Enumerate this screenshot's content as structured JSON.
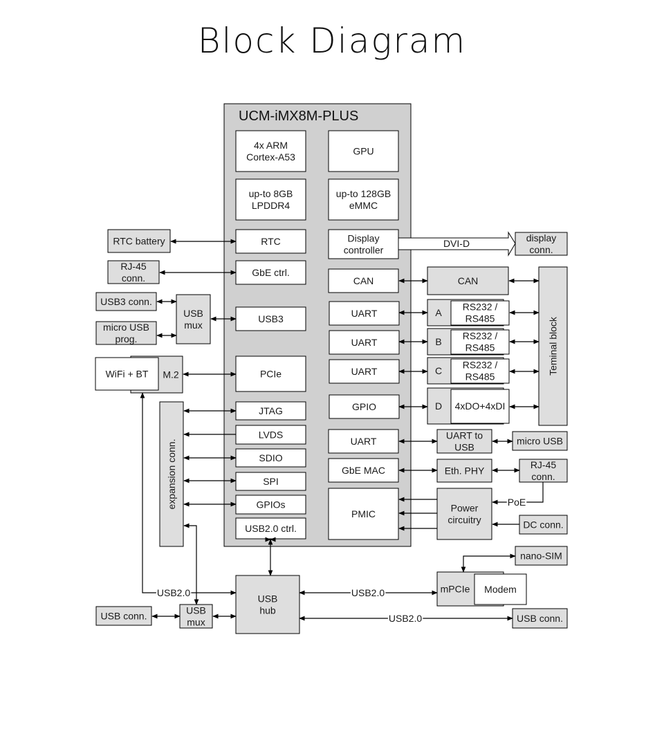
{
  "title": "Block Diagram",
  "colors": {
    "module_bg": "#d0d0d0",
    "external_bg": "#dedede",
    "inner_bg": "#ffffff",
    "stroke": "#000000"
  },
  "module": {
    "name": "UCM-iMX8M-PLUS",
    "left_blocks": {
      "cpu": [
        "4x ARM",
        "Cortex-A53"
      ],
      "ram": [
        "up-to 8GB",
        "LPDDR4"
      ],
      "rtc": [
        "RTC"
      ],
      "gbe_ctrl": [
        "GbE ctrl."
      ],
      "usb3": [
        "USB3"
      ],
      "pcie": [
        "PCIe"
      ],
      "jtag": [
        "JTAG"
      ],
      "lvds": [
        "LVDS"
      ],
      "sdio": [
        "SDIO"
      ],
      "spi": [
        "SPI"
      ],
      "gpios": [
        "GPIOs"
      ],
      "usb2_ctrl": [
        "USB2.0 ctrl."
      ]
    },
    "right_blocks": {
      "gpu": [
        "GPU"
      ],
      "emmc": [
        "up-to 128GB",
        "eMMC"
      ],
      "display_ctrl": [
        "Display",
        "controller"
      ],
      "can": [
        "CAN"
      ],
      "uart_a": [
        "UART"
      ],
      "uart_b": [
        "UART"
      ],
      "uart_c": [
        "UART"
      ],
      "gpio": [
        "GPIO"
      ],
      "uart_d": [
        "UART"
      ],
      "gbe_mac": [
        "GbE MAC"
      ],
      "pmic": [
        "PMIC"
      ]
    }
  },
  "external": {
    "rtc_battery": [
      "RTC battery"
    ],
    "rj45_left": [
      "RJ-45",
      "conn."
    ],
    "usb3_conn": [
      "USB3 conn."
    ],
    "micro_usb_prog": [
      "micro USB",
      "prog."
    ],
    "usb_mux_top": [
      "USB",
      "mux"
    ],
    "m2": [
      "M.2"
    ],
    "wifi_bt": [
      "WiFi + BT"
    ],
    "expansion_conn": [
      "expansion conn."
    ],
    "usb_conn_left": [
      "USB conn."
    ],
    "usb_mux_bottom": [
      "USB",
      "mux"
    ],
    "usb_hub": [
      "USB",
      "hub"
    ],
    "display_conn": [
      "display",
      "conn."
    ],
    "can_ext": [
      "CAN"
    ],
    "serial_ports": [
      {
        "port": "A",
        "label": [
          "RS232 /",
          "RS485"
        ]
      },
      {
        "port": "B",
        "label": [
          "RS232 /",
          "RS485"
        ]
      },
      {
        "port": "C",
        "label": [
          "RS232 /",
          "RS485"
        ]
      },
      {
        "port": "D",
        "label": [
          "4xDO+4xDI"
        ]
      }
    ],
    "terminal_block": [
      "Teminal block"
    ],
    "uart_to_usb": [
      "UART to",
      "USB"
    ],
    "micro_usb": [
      "micro USB"
    ],
    "eth_phy": [
      "Eth. PHY"
    ],
    "rj45_right": [
      "RJ-45",
      "conn."
    ],
    "power_circuitry": [
      "Power",
      "circuitry"
    ],
    "dc_conn": [
      "DC conn."
    ],
    "nano_sim": [
      "nano-SIM"
    ],
    "mpcie": [
      "mPCIe"
    ],
    "modem": [
      "Modem"
    ],
    "usb_conn_right": [
      "USB conn."
    ]
  },
  "links": {
    "dvi": "DVI-D",
    "poe": "PoE",
    "usb2_left": "USB2.0",
    "usb2_mpcie": "USB2.0",
    "usb2_right": "USB2.0"
  }
}
